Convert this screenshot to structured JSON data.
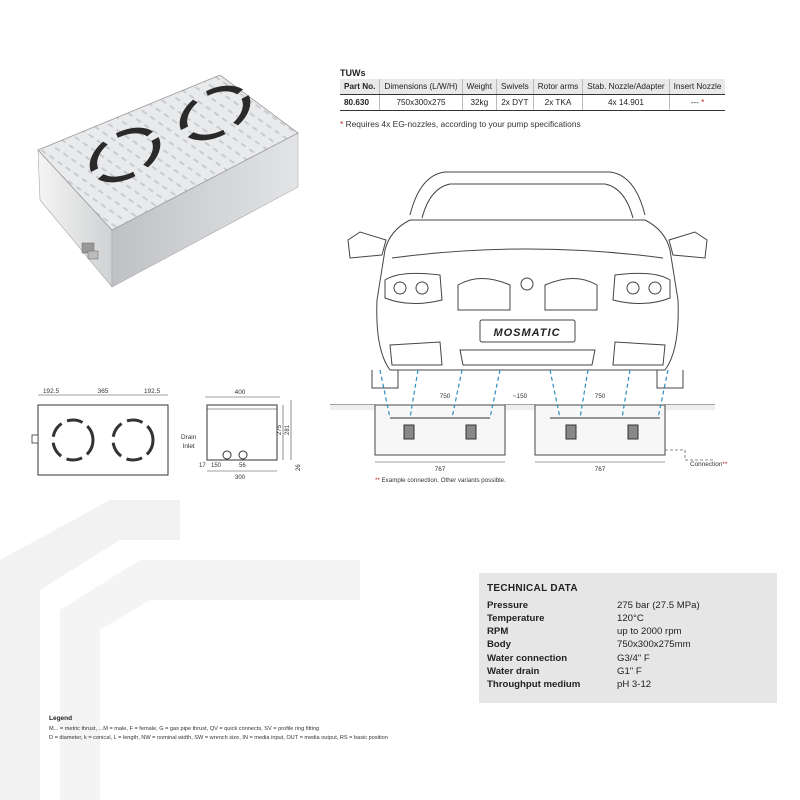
{
  "product_table": {
    "title": "TUWs",
    "headers": [
      "Part No.",
      "Dimensions (L/W/H)",
      "Weight",
      "Swivels",
      "Rotor arms",
      "Stab. Nozzle/Adapter",
      "Insert Nozzle"
    ],
    "row": [
      "80.630",
      "750x300x275",
      "32kg",
      "2x DYT",
      "2x TKA",
      "4x 14.901",
      "--- "
    ],
    "row_star": "*"
  },
  "footnote": {
    "star": "*",
    "text": " Requires 4x EG-nozzles, according to your pump specifications"
  },
  "car_plate": "MOSMATIC",
  "car_drawing": {
    "dim_750_left": "750",
    "dim_150": "~150",
    "dim_750_right": "750",
    "dim_767_left": "767",
    "dim_767_right": "767",
    "connection_label": "Connection",
    "connection_star": "**",
    "example_star": "**",
    "example_text": " Example connection. Other variants possible."
  },
  "top_view": {
    "dims": [
      "192.5",
      "365",
      "192.5"
    ]
  },
  "side_view": {
    "width": "400",
    "height_275": "275",
    "height_281": "281",
    "drain_label_1": "Drain",
    "drain_label_2": "Inlet",
    "dim_17": "17",
    "dim_150": "150",
    "dim_56": "56",
    "dim_26": "26",
    "dim_300": "300"
  },
  "technical_data": {
    "title": "TECHNICAL DATA",
    "rows": [
      {
        "key": "Pressure",
        "value": "275 bar (27.5 MPa)"
      },
      {
        "key": "Temperature",
        "value": "120°C"
      },
      {
        "key": "RPM",
        "value": "up to 2000 rpm"
      },
      {
        "key": "Body",
        "value": "750x300x275mm"
      },
      {
        "key": "Water connection",
        "value": "G3/4\" F"
      },
      {
        "key": "Water drain",
        "value": "G1\" F"
      },
      {
        "key": "Throughput medium",
        "value": "pH 3-12"
      }
    ]
  },
  "legend": {
    "title": "Legend",
    "line1": "M... = metric thrust, ...M = male, F = female, G = gas pipe thrust, QV = quick connects, SV = profile ring fitting",
    "line2": "D = diameter, k = conical, L = length, NW = nominal width, SW = wrench size, IN = media input, OUT = media output, RS = basic position"
  },
  "colors": {
    "accent_red": "#c0202a",
    "nozzle_blue": "#2a8fbf",
    "box_grey": "#e6e6e6",
    "watermark": "#f1f1f1"
  }
}
